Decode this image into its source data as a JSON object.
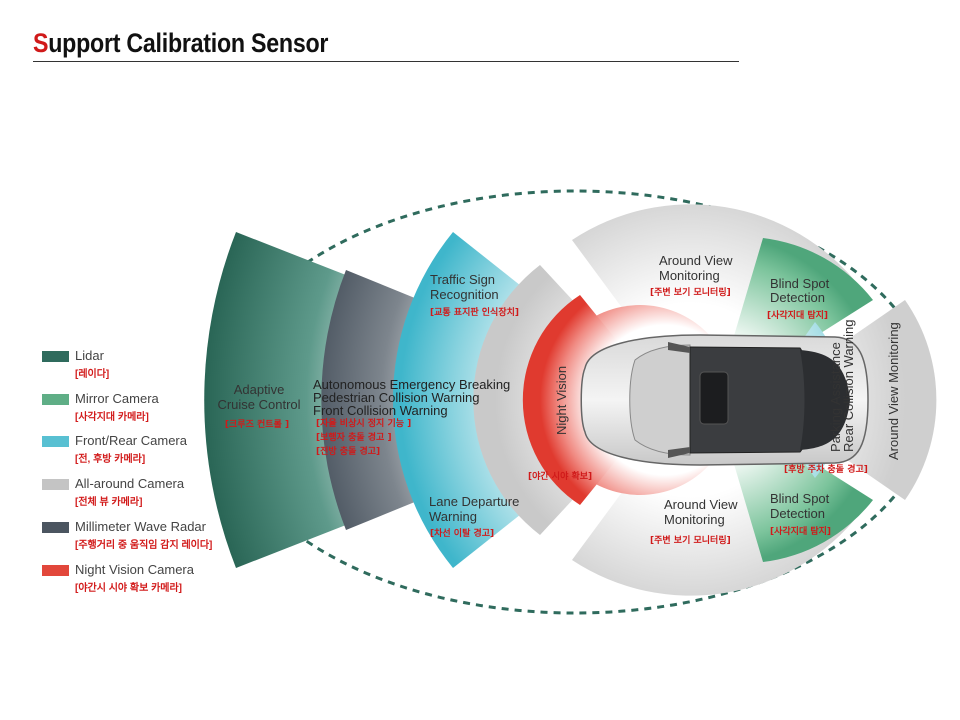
{
  "title": {
    "first_letter": "S",
    "rest": "upport Calibration Sensor"
  },
  "legend": [
    {
      "label": "Lidar",
      "sub": "[레이다]",
      "color": "#2f6b5d"
    },
    {
      "label": "Mirror Camera",
      "sub": "[사각지대 카메라]",
      "color": "#5fae86"
    },
    {
      "label": "Front/Rear Camera",
      "sub": "[전, 후방 카메라]",
      "color": "#58c0d2"
    },
    {
      "label": "All-around Camera",
      "sub": "[전체 뷰 카메라]",
      "color": "#c4c4c4"
    },
    {
      "label": "Millimeter Wave Radar",
      "sub": "[주행거리 중 움직임 감지 레이다]",
      "color": "#4b5560"
    },
    {
      "label": "Night Vision Camera",
      "sub": "[야간시 시야 확보 카메라]",
      "color": "#e2473b"
    }
  ],
  "zones": {
    "acc": {
      "line1": "Adaptive",
      "line2": "Cruise Control",
      "sub": "[크루즈 컨트롤 ]"
    },
    "aeb": {
      "line1": "Autonomous Emergency Breaking",
      "line2": "Pedestrian Collision Warning",
      "line3": "Front Collision Warning",
      "sub1": "[자율 비상시 정지 기능 ]",
      "sub2": "[보행자 충돌 경고 ]",
      "sub3": "[전방 충돌 경고]"
    },
    "tsr": {
      "line1": "Traffic Sign",
      "line2": "Recognition",
      "sub": "[교통 표지판 인식장치]"
    },
    "ldw": {
      "line1": "Lane Departure",
      "line2": "Warning",
      "sub": "[차선 이탈 경고]"
    },
    "night": {
      "label": "Night Vision",
      "sub": "[야간 시야 확보]"
    },
    "avm_top": {
      "line1": "Around View",
      "line2": "Monitoring",
      "sub": "[주변 보기 모니터링]"
    },
    "avm_bottom": {
      "line1": "Around View",
      "line2": "Monitoring",
      "sub": "[주변 보기 모니터링]"
    },
    "bsd_top": {
      "line1": "Blind Spot",
      "line2": "Detection",
      "sub": "[사각지대 탐지]"
    },
    "bsd_bottom": {
      "line1": "Blind Spot",
      "line2": "Detection",
      "sub": "[사각지대 탐지]"
    },
    "park": {
      "line1": "Parking Assistance",
      "line2": "Rear Collision Warning",
      "sub": "[후방 주차 충돌 경고]"
    },
    "avm_rear": {
      "label": "Around View Monitoring"
    }
  }
}
